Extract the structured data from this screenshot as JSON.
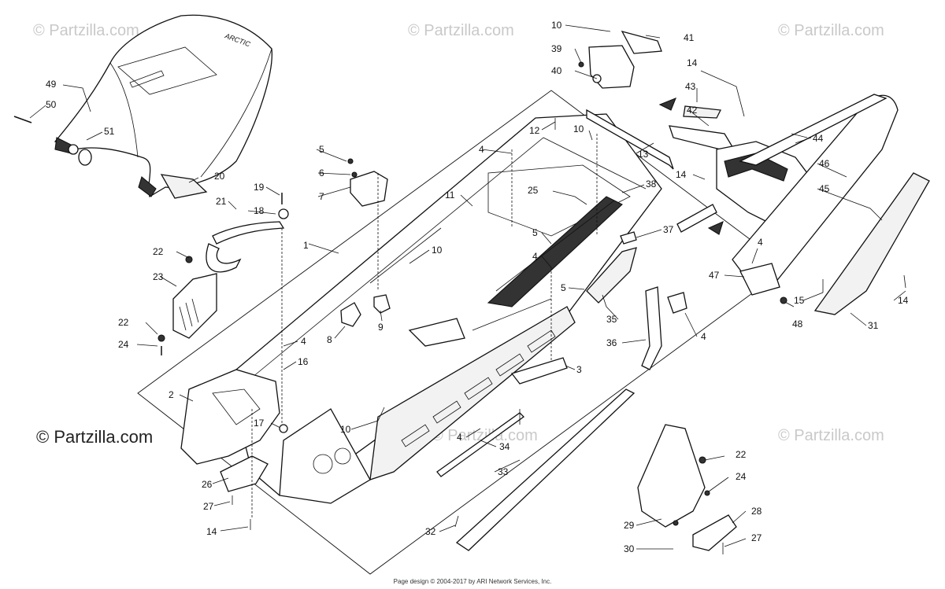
{
  "watermarks": {
    "faded": "© Partzilla.com",
    "dark": "© Partzilla.com"
  },
  "footer": "Page design © 2004-2017 by ARI Network Services, Inc.",
  "seat_logo_text": "ARCTIC",
  "callouts": [
    {
      "id": "c49",
      "label": "49"
    },
    {
      "id": "c50",
      "label": "50"
    },
    {
      "id": "c51",
      "label": "51"
    },
    {
      "id": "c20",
      "label": "20"
    },
    {
      "id": "c21",
      "label": "21"
    },
    {
      "id": "c19",
      "label": "19"
    },
    {
      "id": "c18",
      "label": "18"
    },
    {
      "id": "c22a",
      "label": "22"
    },
    {
      "id": "c23",
      "label": "23"
    },
    {
      "id": "c22b",
      "label": "22"
    },
    {
      "id": "c24a",
      "label": "24"
    },
    {
      "id": "c5a",
      "label": "5"
    },
    {
      "id": "c6",
      "label": "6"
    },
    {
      "id": "c7",
      "label": "7"
    },
    {
      "id": "c1",
      "label": "1"
    },
    {
      "id": "c4a",
      "label": "4"
    },
    {
      "id": "c11",
      "label": "11"
    },
    {
      "id": "c12",
      "label": "12"
    },
    {
      "id": "c10a",
      "label": "10"
    },
    {
      "id": "c10b",
      "label": "10"
    },
    {
      "id": "c39",
      "label": "39"
    },
    {
      "id": "c40",
      "label": "40"
    },
    {
      "id": "c41",
      "label": "41"
    },
    {
      "id": "c13",
      "label": "13"
    },
    {
      "id": "c14a",
      "label": "14"
    },
    {
      "id": "c43",
      "label": "43"
    },
    {
      "id": "c42",
      "label": "42"
    },
    {
      "id": "c44",
      "label": "44"
    },
    {
      "id": "c46",
      "label": "46"
    },
    {
      "id": "c45",
      "label": "45"
    },
    {
      "id": "c14b",
      "label": "14"
    },
    {
      "id": "c38",
      "label": "38"
    },
    {
      "id": "c25",
      "label": "25"
    },
    {
      "id": "c37",
      "label": "37"
    },
    {
      "id": "c5b",
      "label": "5"
    },
    {
      "id": "c4b",
      "label": "4"
    },
    {
      "id": "c10c",
      "label": "10"
    },
    {
      "id": "c5c",
      "label": "5"
    },
    {
      "id": "c8",
      "label": "8"
    },
    {
      "id": "c9",
      "label": "9"
    },
    {
      "id": "c4c",
      "label": "4"
    },
    {
      "id": "c16",
      "label": "16"
    },
    {
      "id": "c2",
      "label": "2"
    },
    {
      "id": "c17",
      "label": "17"
    },
    {
      "id": "c10d",
      "label": "10"
    },
    {
      "id": "c26",
      "label": "26"
    },
    {
      "id": "c27a",
      "label": "27"
    },
    {
      "id": "c14c",
      "label": "14"
    },
    {
      "id": "c3",
      "label": "3"
    },
    {
      "id": "c4d",
      "label": "4"
    },
    {
      "id": "c34",
      "label": "34"
    },
    {
      "id": "c33",
      "label": "33"
    },
    {
      "id": "c32",
      "label": "32"
    },
    {
      "id": "c35",
      "label": "35"
    },
    {
      "id": "c36",
      "label": "36"
    },
    {
      "id": "c4e",
      "label": "4"
    },
    {
      "id": "c4f",
      "label": "4"
    },
    {
      "id": "c47",
      "label": "47"
    },
    {
      "id": "c15",
      "label": "15"
    },
    {
      "id": "c48",
      "label": "48"
    },
    {
      "id": "c14d",
      "label": "14"
    },
    {
      "id": "c31",
      "label": "31"
    },
    {
      "id": "c22c",
      "label": "22"
    },
    {
      "id": "c24b",
      "label": "24"
    },
    {
      "id": "c28",
      "label": "28"
    },
    {
      "id": "c29",
      "label": "29"
    },
    {
      "id": "c30",
      "label": "30"
    },
    {
      "id": "c27b",
      "label": "27"
    }
  ]
}
